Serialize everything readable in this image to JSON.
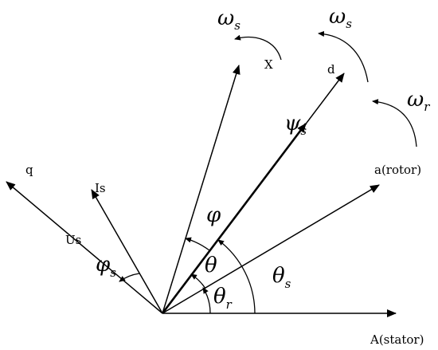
{
  "vectors": {
    "stator_axis": "A(stator)",
    "rotor_axis": "a(rotor)",
    "d_axis": "d",
    "q_axis": "q",
    "x_axis": "X",
    "current": "Is",
    "voltage": "Us",
    "flux_symbol": "ψ",
    "flux_sub": "s"
  },
  "angles": {
    "theta_r_symbol": "θ",
    "theta_r_sub": "r",
    "theta_s_symbol": "θ",
    "theta_s_sub": "s",
    "theta_symbol": "θ",
    "phi_symbol": "φ",
    "phi_s_symbol": "φ",
    "phi_s_sub": "s"
  },
  "rotations": {
    "omega_s_left_symbol": "ω",
    "omega_s_left_sub": "s",
    "omega_s_right_symbol": "ω",
    "omega_s_right_sub": "s",
    "omega_r_symbol": "ω",
    "omega_r_sub": "r"
  }
}
